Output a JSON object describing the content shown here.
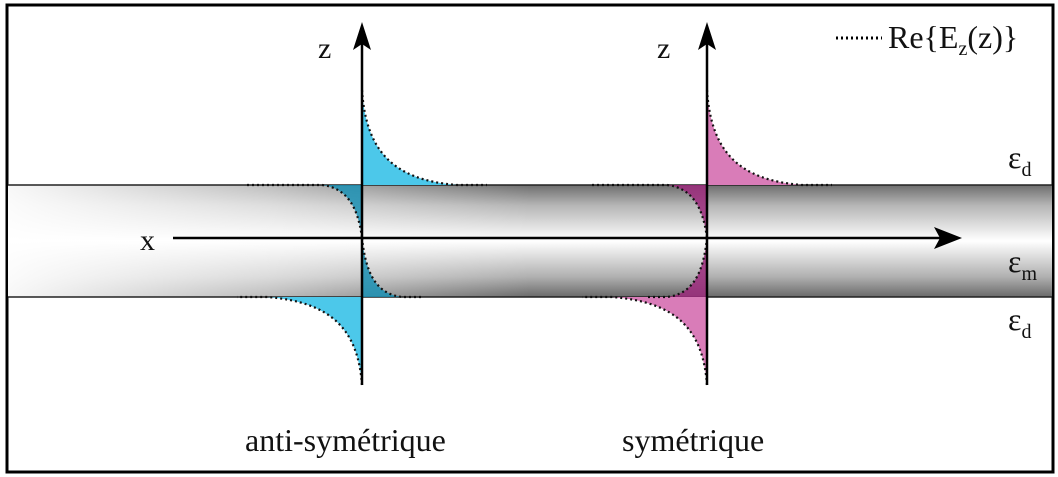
{
  "legend": {
    "label_prefix": "Re{E",
    "label_sub": "z",
    "label_suffix": "(z)}"
  },
  "axes": {
    "z_left": "z",
    "z_right": "z",
    "x": "x"
  },
  "layers": {
    "top_symbol": "ε",
    "top_sub": "d",
    "middle_symbol": "ε",
    "middle_sub": "m",
    "bottom_symbol": "ε",
    "bottom_sub": "d"
  },
  "modes": {
    "left": "anti-symétrique",
    "right": "symétrique"
  },
  "colors": {
    "antisymmetric": "#4cc8ea",
    "antisymmetric_dark": "#1a8fb3",
    "symmetric": "#d97cb8",
    "symmetric_dark": "#9c2a7c",
    "frame": "#000000"
  }
}
